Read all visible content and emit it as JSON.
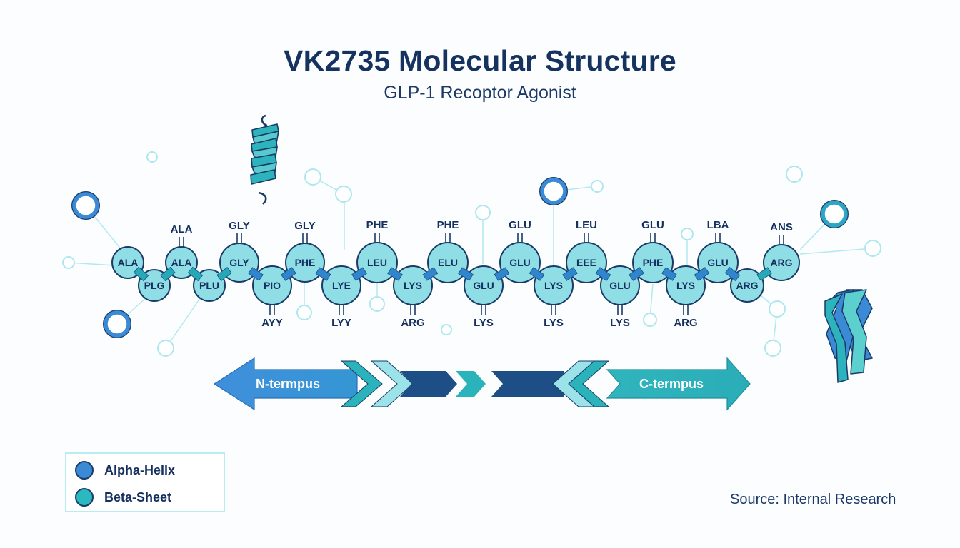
{
  "title": "VK2735 Molecular Structure",
  "subtitle": "GLP-1 Recoptor Agonist",
  "colors": {
    "title": "#16325f",
    "residue_fill": "#8fdee5",
    "residue_stroke": "#1a3a68",
    "bond_alpha": "#2f86cf",
    "bond_beta": "#26a9b6",
    "alpha_helix": "#3a8ad6",
    "beta_sheet": "#2bb8bf",
    "dark_segment": "#1e4e86",
    "light_chevron": "#9be3e8",
    "satellite": "#a8e6ee"
  },
  "chain": {
    "upper_residues": [
      {
        "label": "ALA",
        "side_label": null
      },
      {
        "label": "ALA",
        "side_label": "ALA"
      },
      {
        "label": "GLY",
        "side_label": "GLY"
      },
      {
        "label": "PHE",
        "side_label": "GLY"
      },
      {
        "label": "LEU",
        "side_label": "PHE"
      },
      {
        "label": "ELU",
        "side_label": "PHE"
      },
      {
        "label": "GLU",
        "side_label": "GLU"
      },
      {
        "label": "EEE",
        "side_label": "LEU"
      },
      {
        "label": "PHE",
        "side_label": "GLU"
      },
      {
        "label": "GLU",
        "side_label": "LBA"
      },
      {
        "label": "ARG",
        "side_label": "ANS"
      }
    ],
    "lower_residues": [
      {
        "label": "PLG",
        "side_label": null
      },
      {
        "label": "PLU",
        "side_label": null
      },
      {
        "label": "PIO",
        "side_label": "AYY"
      },
      {
        "label": "LYE",
        "side_label": "LYY"
      },
      {
        "label": "LYS",
        "side_label": "ARG"
      },
      {
        "label": "GLU",
        "side_label": "LYS"
      },
      {
        "label": "LYS",
        "side_label": "LYS"
      },
      {
        "label": "GLU",
        "side_label": "LYS"
      },
      {
        "label": "LYS",
        "side_label": "ARG"
      },
      {
        "label": "ARG",
        "side_label": null
      }
    ]
  },
  "termini": {
    "n_label": "N-termpus",
    "c_label": "C-termpus"
  },
  "legend": [
    {
      "label": "Alpha-Hellx",
      "color": "#3a8ad6",
      "icon": "alpha-helix-dot"
    },
    {
      "label": "Beta-Sheet",
      "color": "#2bb8bf",
      "icon": "beta-sheet-dot"
    }
  ],
  "decor": {
    "top_icon": "alpha-helix-ribbon-icon",
    "right_icon": "beta-strand-ribbon-icon"
  },
  "source": "Source: Internal Research"
}
